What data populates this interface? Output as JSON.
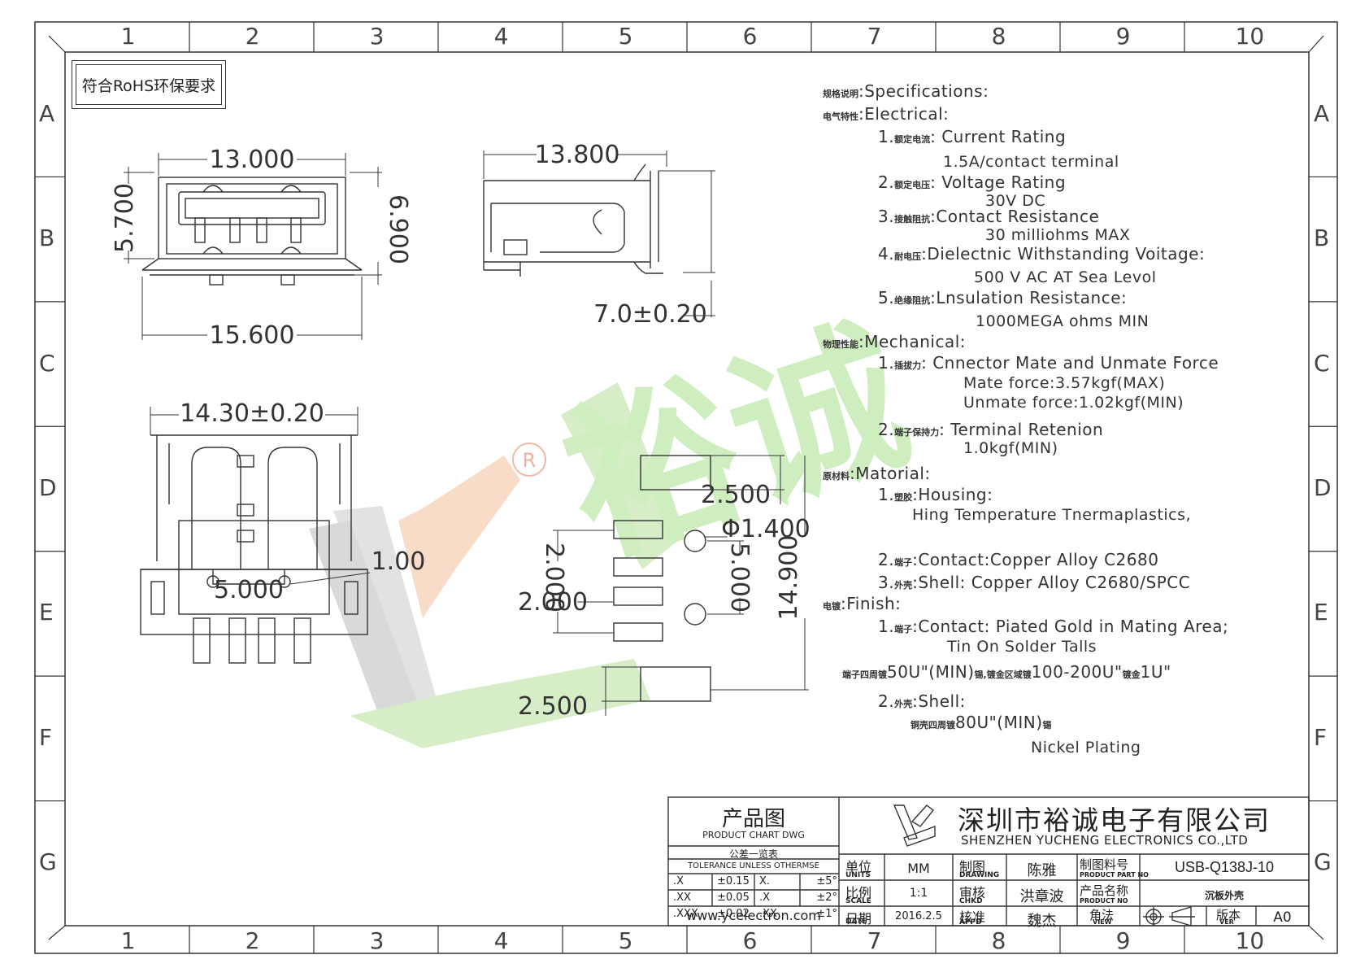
{
  "zones": {
    "columns": [
      "1",
      "2",
      "3",
      "4",
      "5",
      "6",
      "7",
      "8",
      "9",
      "10"
    ],
    "rows": [
      "A",
      "B",
      "C",
      "D",
      "E",
      "F",
      "G"
    ]
  },
  "compliance_label": "符合RoHS环保要求",
  "dimensions": {
    "front_width": "13.000",
    "front_left_height": "5.700",
    "front_right_height": "6.900",
    "front_base_width": "15.600",
    "side_length": "13.800",
    "side_height": "7.0±0.20",
    "top_width": "14.30±0.20",
    "top_pitch": "5.000",
    "top_hole": "1.00",
    "pad_top": "2.500",
    "pad_hole": "Φ1.400",
    "pad_pitch_a": "2.000",
    "pad_pitch_b": "2.000",
    "pad_hole_pitch": "5.000",
    "pad_total": "14.900",
    "pad_bottom": "2.500"
  },
  "specs": {
    "title_cn": "规格说明",
    "title_en": ":Specifications:",
    "electrical_cn": "电气特性",
    "electrical_en": ":Electrical:",
    "s1_num": "1.",
    "s1_cn": "额定电流",
    "s1_en": ": Current  Rating",
    "s1_val": "1.5A/contact  terminal",
    "s2_num": "2.",
    "s2_cn": "额定电压",
    "s2_en": ": Voltage  Rating",
    "s2_val": "30V  DC",
    "s3_num": "3.",
    "s3_cn": "接触阻抗",
    "s3_en": ":Contact  Resistance",
    "s3_val": "30  milliohms  MAX",
    "s4_num": "4.",
    "s4_cn": "耐电压",
    "s4_en": ":Dielectnic  Withstanding  Voitage:",
    "s4_val": "500  V  AC  AT  Sea  Levol",
    "s5_num": "5.",
    "s5_cn": "绝缘阻抗",
    "s5_en": ":Lnsulation  Resistance:",
    "s5_val": "1000MEGA  ohms  MIN",
    "mech_cn": "物理性能",
    "mech_en": ":Mechanical:",
    "m1_num": "1.",
    "m1_cn": "插拔力",
    "m1_en": ": Cnnector  Mate  and  Unmate  Force",
    "m1_v1": "Mate  force:3.57kgf(MAX)",
    "m1_v2": "Unmate  force:1.02kgf(MIN)",
    "m2_num": "2.",
    "m2_cn": "端子保持力",
    "m2_en": ": Terminal  Retenion",
    "m2_val": "1.0kgf(MIN)",
    "mat_cn": "原材料",
    "mat_en": ":Matorial:",
    "h1_num": "1.",
    "h1_cn": "塑胶",
    "h1_en": ":Housing:",
    "h1_val": "Hing  Temperature    Tnermaplastics,",
    "h2_num": "2.",
    "h2_cn": "端子",
    "h2_en": ":Contact:Copper  Alloy  C2680",
    "h3_num": "3.",
    "h3_cn": "外壳",
    "h3_en": ":Shell:  Copper  Alloy  C2680/SPCC",
    "fin_cn": "电镀",
    "fin_en": ":Finish:",
    "f1_num": "1.",
    "f1_cn": "端子",
    "f1_en": ":Contact:  Piated  Gold  in  Mating  Area;",
    "f1_v1": "Tin  On  Solder  Talls",
    "f1_v2_cn1": "端子四周镀",
    "f1_v2_a": "50U\"(MIN)",
    "f1_v2_cn2": "锡,镀金区域镀",
    "f1_v2_b": "100-200U\"",
    "f1_v2_cn3": "镀金",
    "f1_v2_c": "1U\"",
    "f2_num": "2.",
    "f2_cn": "外壳",
    "f2_en": ":Shell:",
    "f2_v_cn": "铜壳四周镀",
    "f2_v_a": "80U\"(MIN)",
    "f2_v_cn2": "锡",
    "f2_v2": "Nickel  Plating"
  },
  "title_block": {
    "product_chart_cn": "产品图",
    "product_chart_en": "PRODUCT CHART DWG",
    "tol_cn": "公差一览表",
    "tol_en": "TOLERANCE UNLESS OTHERMSE",
    "tol_rows": [
      [
        ".X",
        "±0.15",
        "X.",
        "±5°"
      ],
      [
        ".XX",
        "±0.05",
        ".X",
        "±2°"
      ],
      [
        ".XXX",
        "±0.02",
        ".XX",
        "±1°"
      ]
    ],
    "website": "www.ycelectron.com",
    "company_cn": "深圳市裕诚电子有限公司",
    "company_en": "SHENZHEN YUCHENG ELECTRONICS CO.,LTD",
    "units_cn": "单位",
    "units_en": "UNITS",
    "units_val": "MM",
    "drawing_cn": "制图",
    "drawing_en": "DRAWING",
    "drawing_val": "陈雅",
    "partno_cn": "制图料号",
    "partno_en": "PRODUCT PART NO",
    "partno_val": "USB-Q138J-10",
    "scale_cn": "比例",
    "scale_en": "SCALE",
    "scale_val": "1:1",
    "chkd_cn": "审核",
    "chkd_en": "CHKD",
    "chkd_val": "洪章波",
    "pname_cn": "产品名称",
    "pname_en": "PRODUCT NO",
    "pname_val": "沉板外壳",
    "date_cn": "日期",
    "date_en": "DATE",
    "date_val": "2016.2.5",
    "appd_cn": "核准",
    "appd_en": "APPD",
    "appd_val": "魏杰",
    "view_cn": "角法",
    "view_en": "VIEW",
    "ver_cn": "版本",
    "ver_en": "VER",
    "ver_val": "A0"
  },
  "watermark": "裕诚",
  "watermark_mark": "R",
  "colors": {
    "line": "#333333",
    "watermark_green": "#cfeec0",
    "watermark_orange": "#f8d6c0",
    "watermark_gray": "#d8d8d8"
  }
}
